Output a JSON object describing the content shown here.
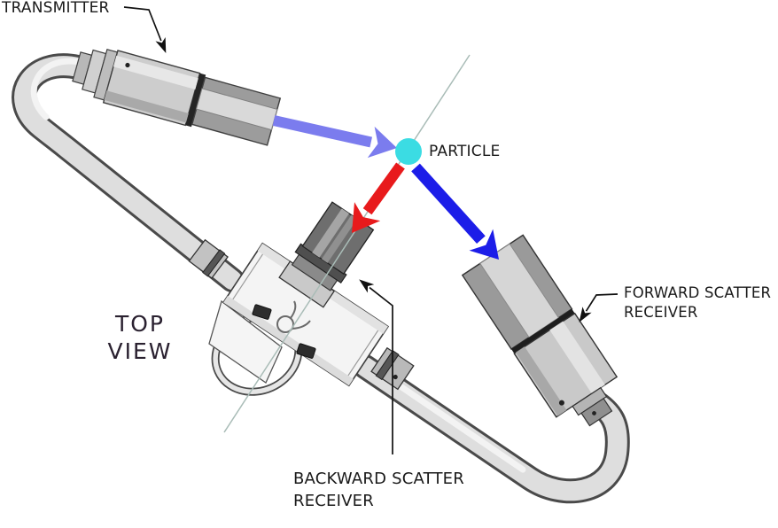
{
  "view_label": {
    "line1": "TOP",
    "line2": "VIEW"
  },
  "labels": {
    "transmitter": "TRANSMITTER",
    "particle": "PARTICLE",
    "forward_scatter_line1": "FORWARD SCATTER",
    "forward_scatter_line2": "RECEIVER",
    "backward_scatter_line1": "BACKWARD SCATTER",
    "backward_scatter_line2": "RECEIVER"
  },
  "colors": {
    "incident_beam_arrow": "#7b7cee",
    "forward_scatter_arrow": "#1c1de8",
    "backward_scatter_arrow": "#e81a1c",
    "particle": "#3bdce3",
    "beam_axis_line": "#a9bcb7",
    "leader_line": "#111111",
    "label_text": "#1a1a1a",
    "view_label_text": "#2a2130"
  }
}
